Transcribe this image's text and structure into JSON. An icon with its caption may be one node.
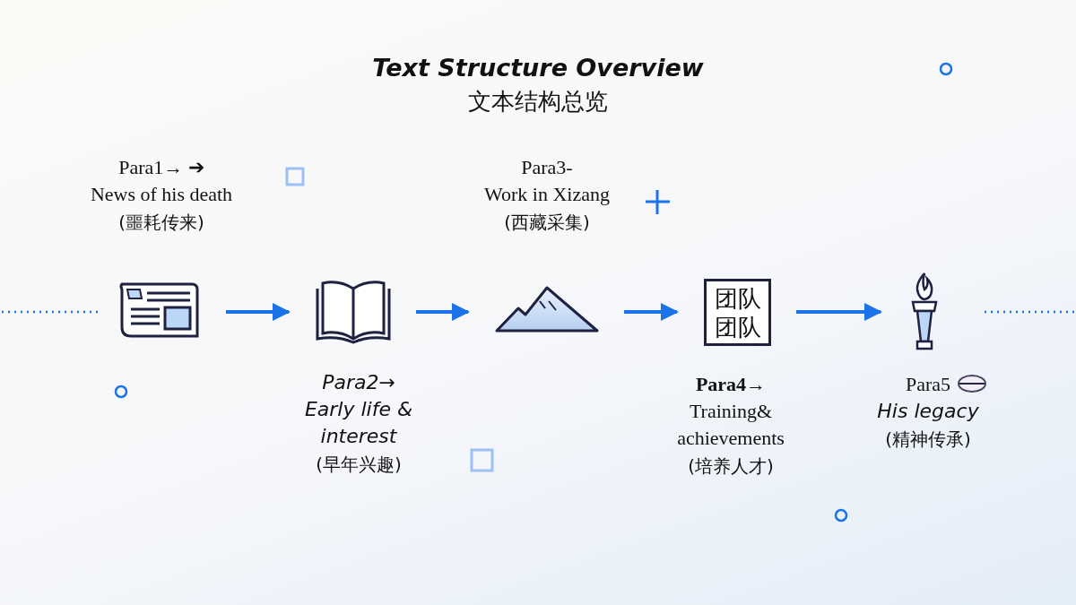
{
  "diagram": {
    "title": "Text Structure Overview",
    "nodes": [
      {
        "text": [],
        "shape": "picture",
        "beside": [
          "Para1→ ➔",
          "News of his death",
          "(噩耗传来)"
        ]
      },
      {
        "text": [],
        "shape": "picture",
        "beside": [
          "Para2→",
          "Early life & interest",
          "(早年兴趣)"
        ]
      },
      {
        "text": [],
        "shape": "picture",
        "beside": [
          "Para3-",
          "Work in Xizang",
          "(西藏采集)"
        ]
      },
      {
        "text": [
          "团队团队"
        ],
        "beside": [
          "**Para4**→",
          "Training& achievements",
          "(培养人才)"
        ]
      },
      {
        "text": [],
        "shape": "picture",
        "beside": [
          "Para5",
          "His legacy",
          "(精神传承)"
        ]
      }
    ],
    "edges": [
      {
        "from": 0,
        "to": 1,
        "arrow": "to"
      },
      {
        "from": 1,
        "to": 2,
        "arrow": "to"
      },
      {
        "from": 2,
        "to": 3,
        "arrow": "to"
      },
      {
        "from": 3,
        "to": 4,
        "arrow": "to"
      }
    ],
    "labels": [
      "文本结构总览"
    ]
  }
}
